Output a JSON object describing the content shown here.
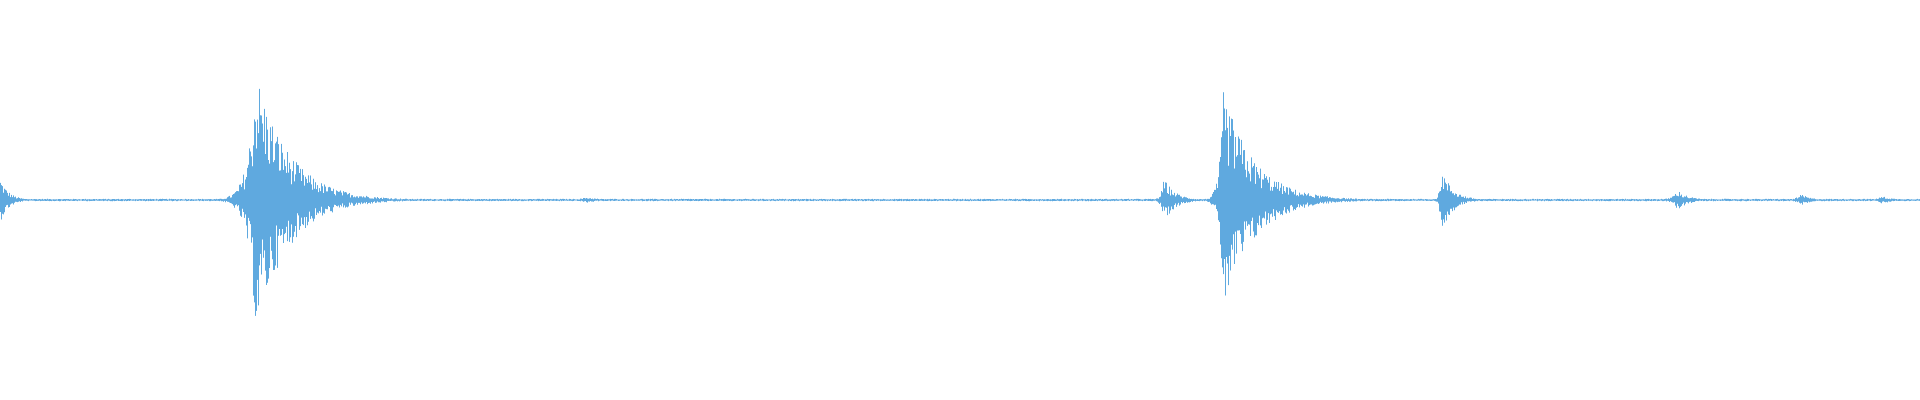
{
  "waveform": {
    "color": "#5fa9df",
    "background": "#ffffff",
    "baseline_fraction": 0.5,
    "bursts": [
      {
        "t": 0.0,
        "amplitude": 0.11,
        "attack": 0.0005,
        "decay": 0.0045
      },
      {
        "t": 0.133,
        "amplitude": 0.66,
        "attack": 0.004,
        "decay": 0.017
      },
      {
        "t": 0.181,
        "amplitude": 0.04,
        "attack": 0.002,
        "decay": 0.006
      },
      {
        "t": 0.305,
        "amplitude": 0.015,
        "attack": 0.004,
        "decay": 0.008
      },
      {
        "t": 0.606,
        "amplitude": 0.11,
        "attack": 0.0015,
        "decay": 0.006
      },
      {
        "t": 0.637,
        "amplitude": 0.55,
        "attack": 0.002,
        "decay": 0.016
      },
      {
        "t": 0.7505,
        "amplitude": 0.16,
        "attack": 0.001,
        "decay": 0.006
      },
      {
        "t": 0.8735,
        "amplitude": 0.05,
        "attack": 0.003,
        "decay": 0.006
      },
      {
        "t": 0.938,
        "amplitude": 0.03,
        "attack": 0.003,
        "decay": 0.005
      },
      {
        "t": 0.98,
        "amplitude": 0.02,
        "attack": 0.003,
        "decay": 0.006
      }
    ],
    "noise_floor": 0.006
  }
}
